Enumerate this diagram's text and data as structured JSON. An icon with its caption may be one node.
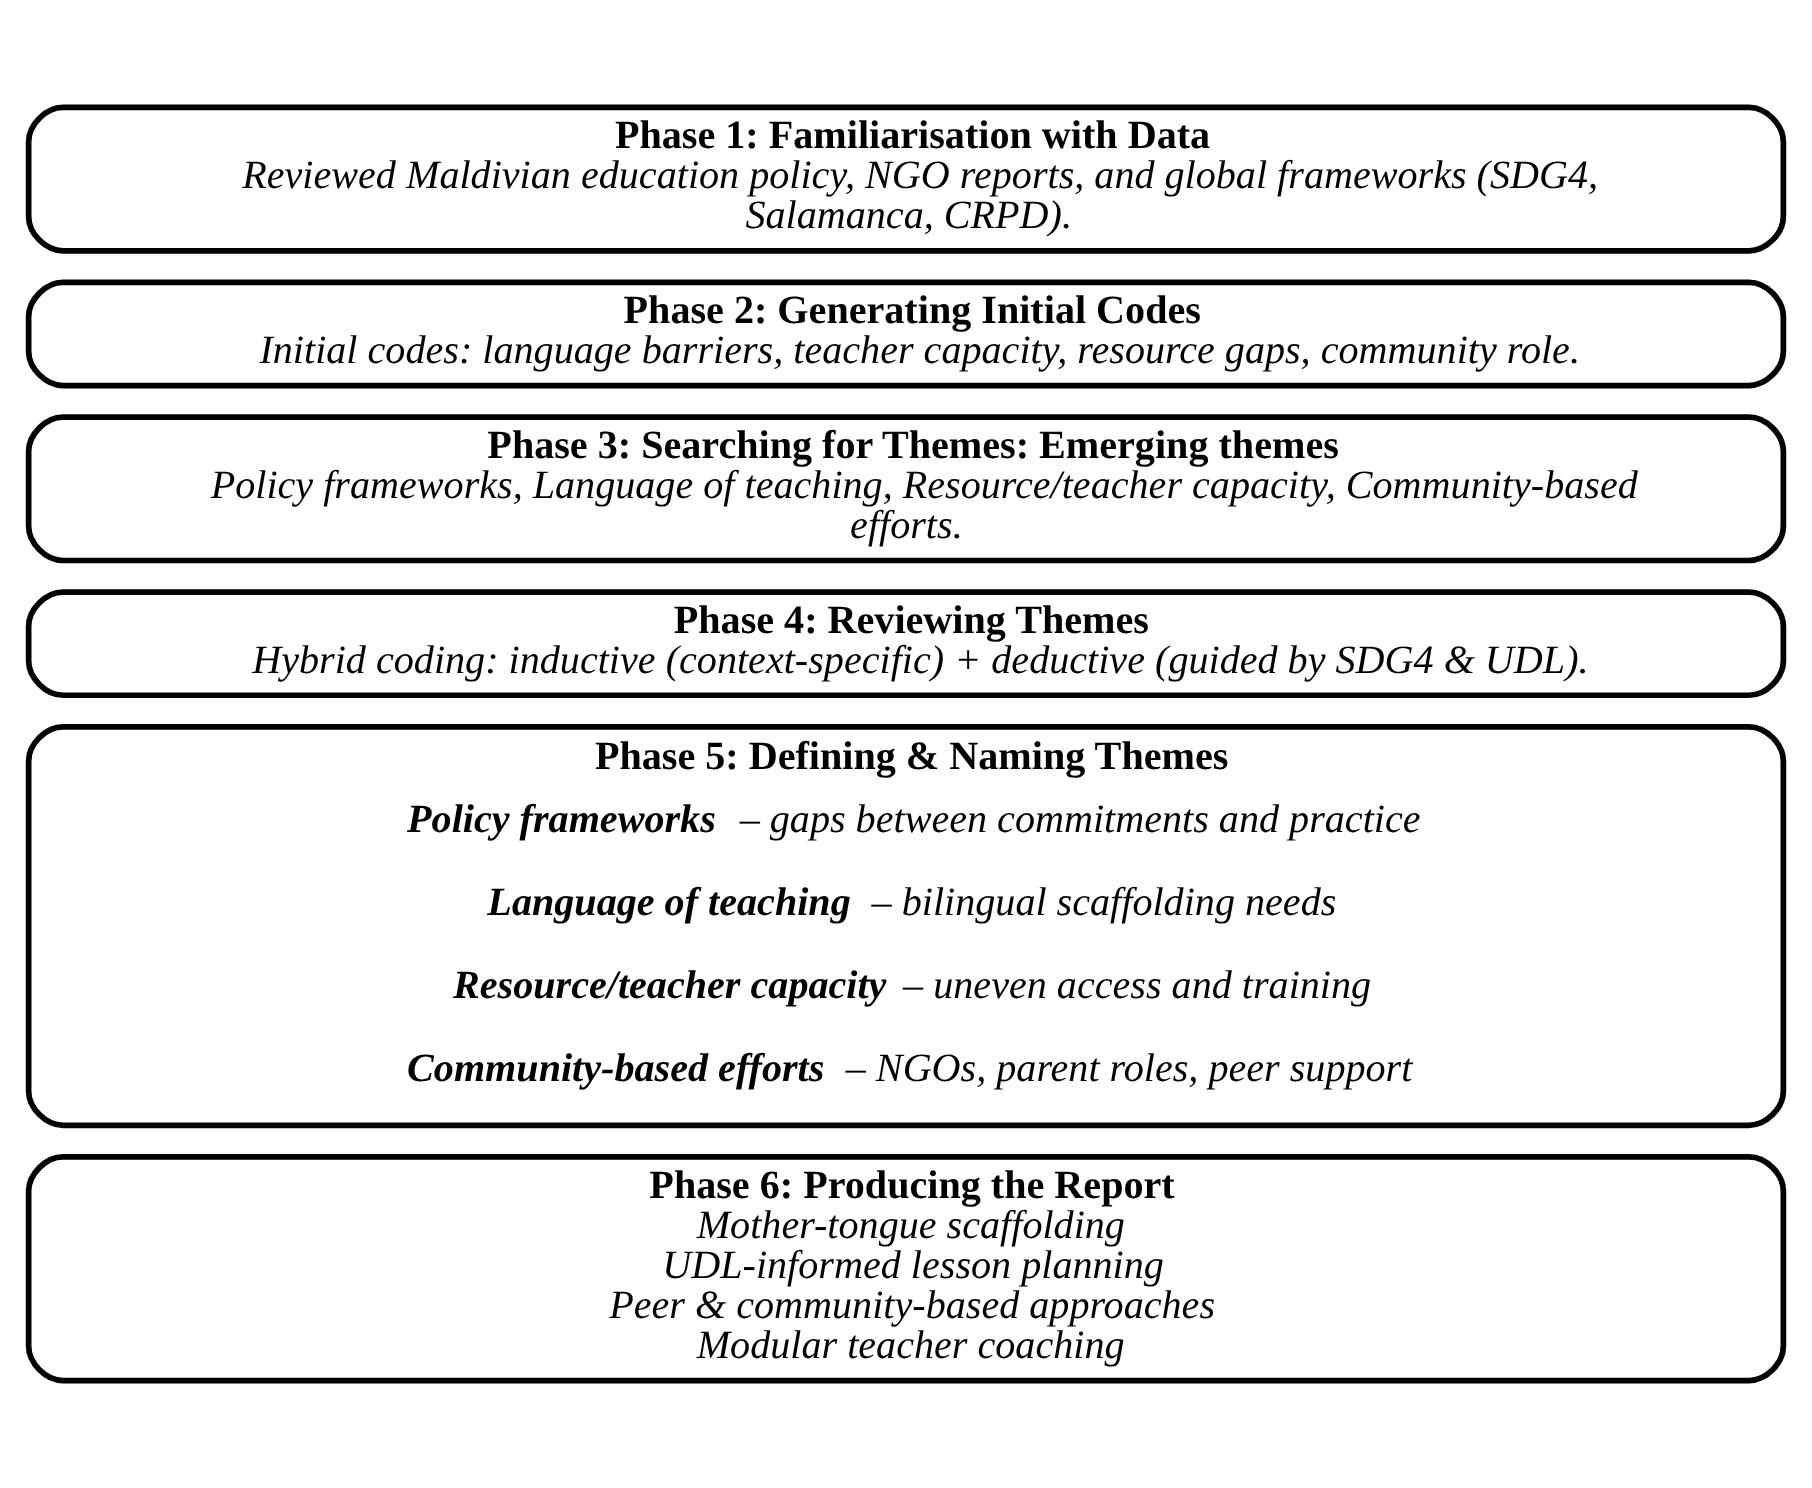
{
  "diagram": {
    "nodes": [
      {
        "text": [
          "Phase 1: Familiarisation with Data",
          "Reviewed Maldivian education policy, NGO reports, and global frameworks (SDG4, Salamanca, CRPD)."
        ]
      },
      {
        "text": [
          "Phase 2: Generating Initial Codes",
          "Initial codes: language barriers, teacher capacity, resource gaps, community role."
        ]
      },
      {
        "text": [
          "Phase 3: Searching for Themes: Emerging themes",
          "Policy frameworks, Language of teaching, Resource/teacher capacity, Community-based efforts."
        ]
      },
      {
        "text": [
          "Phase 4: Reviewing Themes",
          "Hybrid coding: inductive (context-specific) + deductive (guided by SDG4 & UDL)."
        ]
      },
      {
        "text": [
          "Phase 5: Defining & Naming Themes",
          "**Policy frameworks** – gaps between commitments and practice",
          "**Language of teaching** – bilingual scaffolding needs",
          "**Resource/teacher capacity** – uneven access and training",
          "**Community-based efforts** – NGOs, parent roles, peer support"
        ]
      },
      {
        "text": [
          "Phase 6: Producing the Report",
          "Mother-tongue scaffolding",
          "UDL-informed lesson planning",
          "Peer & community-based approaches",
          "Modular teacher coaching"
        ]
      }
    ],
    "edges": []
  }
}
